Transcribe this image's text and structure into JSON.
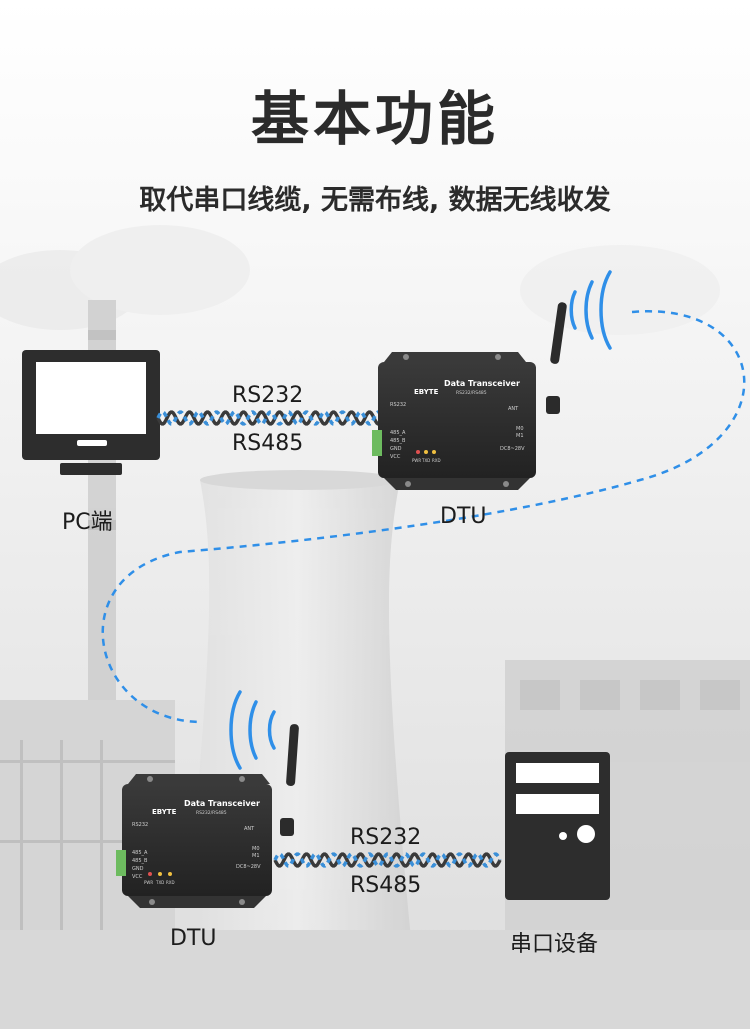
{
  "header": {
    "title": "基本功能",
    "subtitle": "取代串口线缆, 无需布线, 数据无线收发"
  },
  "nodes": {
    "pc": {
      "label": "PC端"
    },
    "dtu_top": {
      "label": "DTU"
    },
    "dtu_bottom": {
      "label": "DTU"
    },
    "serial_device": {
      "label": "串口设备"
    }
  },
  "links": {
    "top": {
      "upper_label": "RS232",
      "lower_label": "RS485"
    },
    "bottom": {
      "upper_label": "RS232",
      "lower_label": "RS485"
    }
  },
  "device": {
    "brand": "EBYTE",
    "model": "Data Transceiver",
    "sub_model": "RS232/RS485",
    "port_rs232": "RS232",
    "port_ant": "ANT",
    "port_485a": "485_A",
    "port_485b": "485_B",
    "port_gnd": "GND",
    "port_vcc": "VCC",
    "port_m0": "M0",
    "port_m1": "M1",
    "power": "DC8~28V",
    "led_pwr": "PWR",
    "led_txd": "TXD",
    "led_rxd": "RXD"
  },
  "colors": {
    "wireless_link": "#2f8fe8",
    "cable_blue": "#3a8fd8",
    "cable_dark": "#3a3a3a",
    "device_body": "#2e2e2e",
    "terminal_green": "#6dbb5f"
  }
}
